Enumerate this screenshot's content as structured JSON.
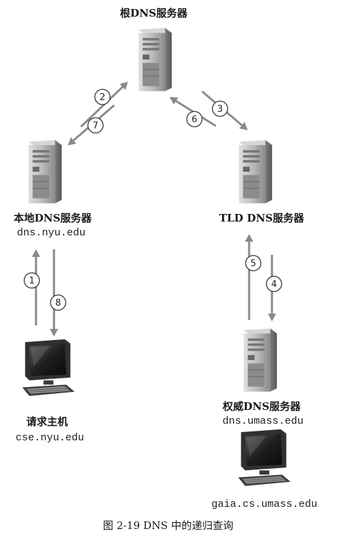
{
  "nodes": {
    "root": {
      "label": "根DNS服务器"
    },
    "local": {
      "label": "本地DNS服务器",
      "host": "dns.nyu.edu"
    },
    "tld": {
      "label": "TLD DNS服务器"
    },
    "auth": {
      "label": "权威DNS服务器",
      "host": "dns.umass.edu"
    },
    "requester": {
      "label": "请求主机",
      "host": "cse.nyu.edu"
    },
    "target": {
      "host": "gaia.cs.umass.edu"
    }
  },
  "steps": [
    "1",
    "2",
    "3",
    "4",
    "5",
    "6",
    "7",
    "8"
  ],
  "caption": "图 2-19   DNS 中的递归查询",
  "colors": {
    "arrow": "#8a8a8a",
    "server": "#9a9a9a",
    "monitor": "#2b2b2b"
  }
}
